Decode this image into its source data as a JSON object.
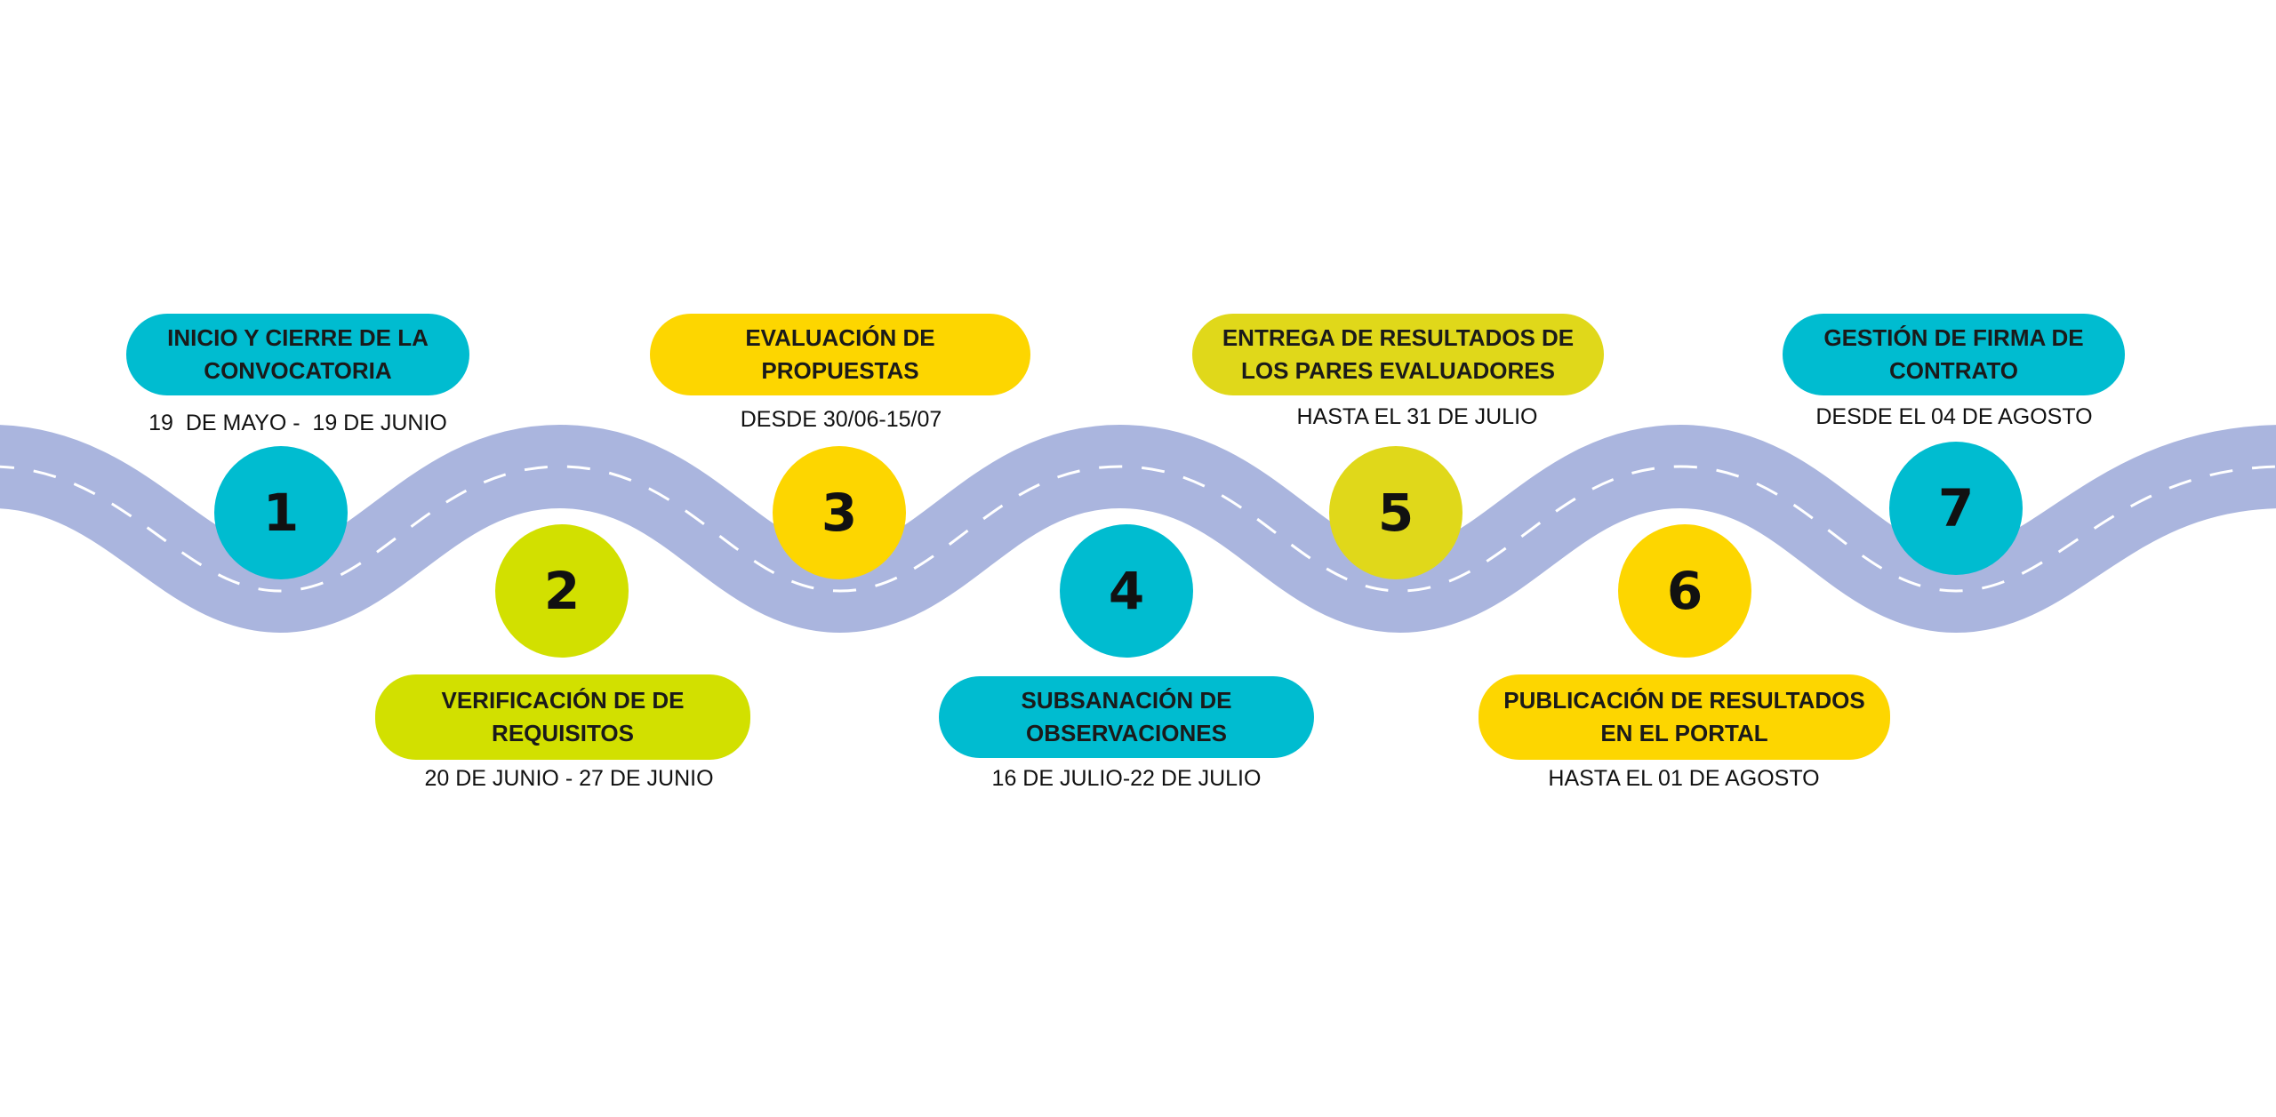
{
  "colors": {
    "road": "#aab5de",
    "dash": "#ffffff",
    "cyan": "#00bcd0",
    "yellow": "#fdd600",
    "lime": "#d2e000",
    "olive": "#e0d81a"
  },
  "steps": [
    {
      "number": "1",
      "title": "INICIO Y CIERRE DE LA\nCONVOCATORIA",
      "date": "19  DE MAYO -  19 DE JUNIO",
      "color": "cyan"
    },
    {
      "number": "2",
      "title": "VERIFICACIÓN DE DE\nREQUISITOS",
      "date": "20 DE JUNIO - 27 DE JUNIO",
      "color": "lime"
    },
    {
      "number": "3",
      "title": "EVALUACIÓN DE\nPROPUESTAS",
      "date": "DESDE 30/06-15/07",
      "color": "yellow"
    },
    {
      "number": "4",
      "title": "SUBSANACIÓN DE\nOBSERVACIONES",
      "date": "16 DE JULIO-22 DE JULIO",
      "color": "cyan"
    },
    {
      "number": "5",
      "title": "ENTREGA DE RESULTADOS DE\nLOS PARES EVALUADORES",
      "date": "HASTA EL 31 DE JULIO",
      "color": "olive"
    },
    {
      "number": "6",
      "title": "PUBLICACIÓN DE RESULTADOS\nEN EL PORTAL",
      "date": "HASTA EL 01 DE AGOSTO",
      "color": "yellow"
    },
    {
      "number": "7",
      "title": "GESTIÓN DE FIRMA DE\nCONTRATO",
      "date": "DESDE EL 04 DE AGOSTO",
      "color": "cyan"
    }
  ]
}
